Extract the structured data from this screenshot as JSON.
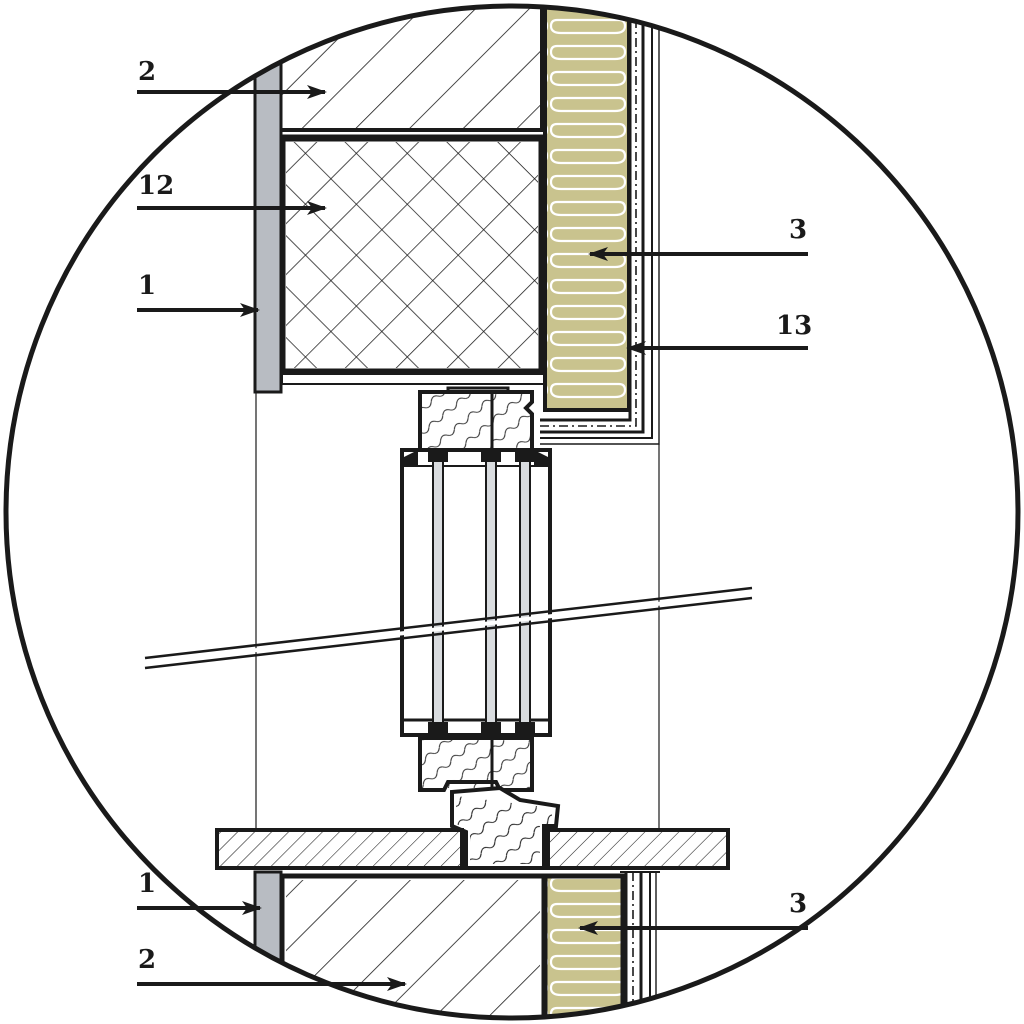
{
  "diagram": {
    "type": "window-sill-and-lintel-section-detail",
    "callouts": [
      {
        "id": "lintel-board-top",
        "text": "2"
      },
      {
        "id": "lintel-mesh-block",
        "text": "12"
      },
      {
        "id": "cladding-top",
        "text": "1"
      },
      {
        "id": "insulation-top",
        "text": "3"
      },
      {
        "id": "inner-lining",
        "text": "13"
      },
      {
        "id": "cladding-bottom",
        "text": "1"
      },
      {
        "id": "insulation-bottom",
        "text": "3"
      },
      {
        "id": "wall-board-bottom",
        "text": "2"
      }
    ],
    "colors": {
      "outline": "#1a1a1a",
      "insulation": "#c9c38e",
      "cladding": "#b8bcc2",
      "glass": "#d9dcdf",
      "background": "#ffffff"
    }
  }
}
